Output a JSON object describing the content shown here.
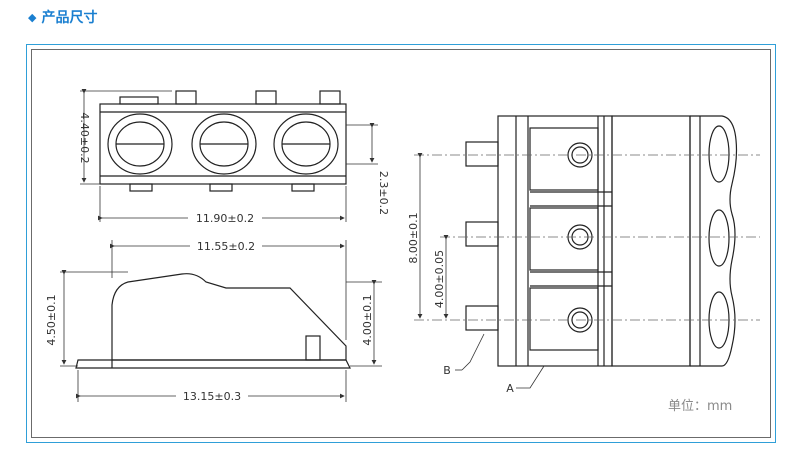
{
  "header": {
    "title": "产品尺寸"
  },
  "dims": {
    "top_height": "4.40±0.2",
    "top_side": "2.3±0.2",
    "top_width": "11.90±0.2",
    "side_top_width": "11.55±0.2",
    "side_left_height": "4.50±0.1",
    "side_right_height": "4.00±0.1",
    "side_bottom_width": "13.15±0.3",
    "right_pitch_total": "8.00±0.1",
    "right_pitch": "4.00±0.05",
    "label_b": "B",
    "label_a": "A"
  },
  "unit_label": "单位：mm"
}
